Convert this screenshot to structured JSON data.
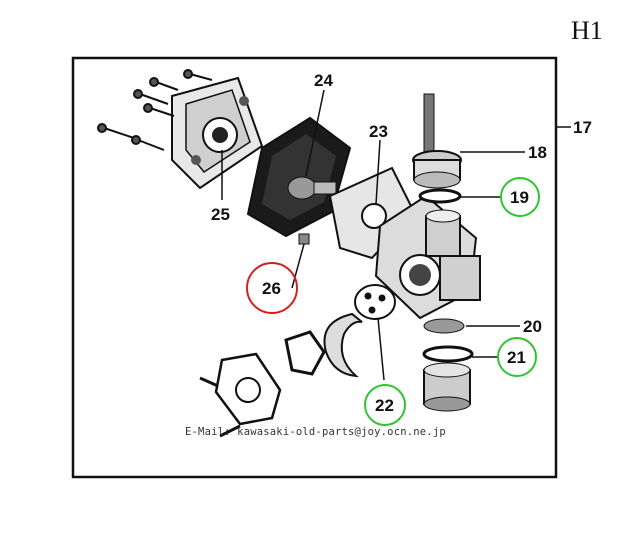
{
  "page_code": "H1",
  "email": "E-Mail: kawasaki-old-parts@joy.ocn.ne.jp",
  "callouts": {
    "c17": "17",
    "c18": "18",
    "c19": "19",
    "c20": "20",
    "c21": "21",
    "c22": "22",
    "c23": "23",
    "c24": "24",
    "c25": "25",
    "c26": "26"
  },
  "highlight_colors": {
    "red": "#d42020",
    "green": "#2fc52f"
  }
}
